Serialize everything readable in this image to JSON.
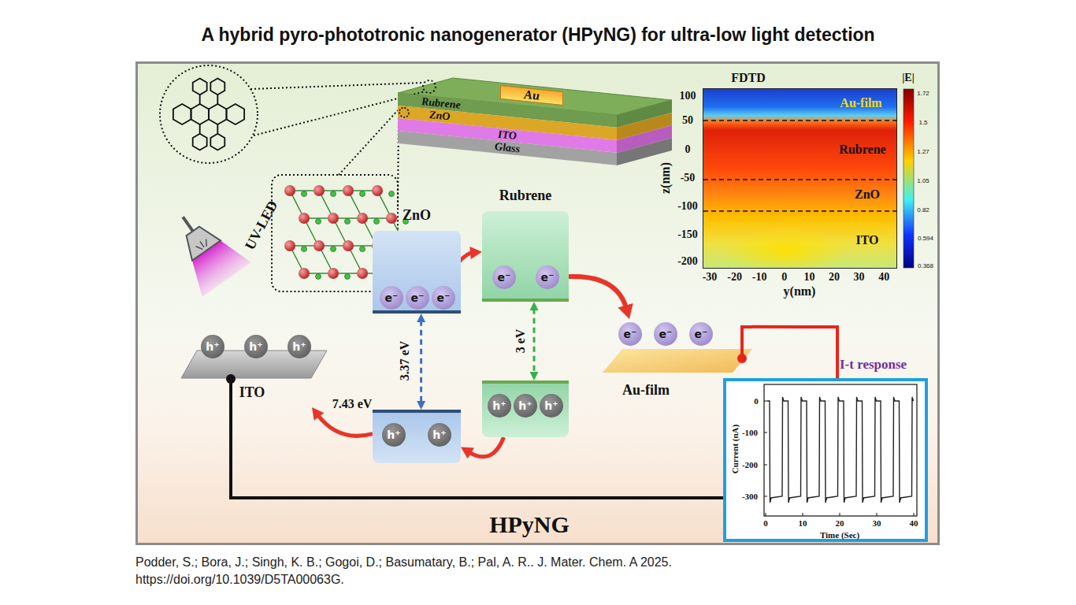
{
  "diagram": {
    "title": "A hybrid pyro-phototronic nanogenerator (HPyNG) for ultra-low light detection",
    "caption": "Podder, S.; Bora, J.; Singh, K. B.; Gogoi, D.; Basumatary, B.; Pal, A. R.. J. Mater. Chem. A 2025. https://doi.org/10.1039/D5TA00063G.",
    "nodes": [
      {
        "text": [
          "Au"
        ]
      },
      {
        "text": [
          "Rubrene"
        ]
      },
      {
        "text": [
          "ZnO"
        ]
      },
      {
        "text": [
          "ITO"
        ]
      },
      {
        "text": [
          "Glass"
        ]
      },
      {
        "text": [
          "Au-film",
          "Rubrene",
          "ZnO",
          "ITO"
        ]
      },
      {
        "text": [
          "ZnO"
        ]
      },
      {
        "text": [
          "e⁻"
        ],
        "in": 6
      },
      {
        "text": [
          "e⁻"
        ],
        "in": 6
      },
      {
        "text": [
          "e⁻"
        ],
        "in": 6
      },
      {
        "text": [
          "Rubrene"
        ]
      },
      {
        "text": [
          "e⁻"
        ],
        "in": 10
      },
      {
        "text": [
          "e⁻"
        ],
        "in": 10
      },
      {
        "text": [
          "ITO"
        ]
      },
      {
        "text": [
          "h⁺"
        ],
        "in": 13
      },
      {
        "text": [
          "h⁺"
        ],
        "in": 13
      },
      {
        "text": [
          "h⁺"
        ],
        "in": 13
      },
      {
        "text": []
      },
      {
        "text": [
          "h⁺"
        ],
        "in": 17
      },
      {
        "text": [
          "h⁺"
        ],
        "in": 17
      },
      {
        "text": []
      },
      {
        "text": [
          "h⁺"
        ],
        "in": 20
      },
      {
        "text": [
          "h⁺"
        ],
        "in": 20
      },
      {
        "text": [
          "h⁺"
        ],
        "in": 20
      },
      {
        "text": [
          "Au-film"
        ]
      },
      {
        "text": [
          "e⁻"
        ],
        "in": 24
      },
      {
        "text": [
          "e⁻"
        ],
        "in": 24
      },
      {
        "text": [
          "e⁻"
        ],
        "in": 24
      },
      {
        "text": [
          "I-t response"
        ]
      }
    ],
    "edges": [
      {
        "from": 9,
        "to": 10,
        "arrow": "to"
      },
      {
        "from": 12,
        "to": 24,
        "arrow": "to"
      },
      {
        "from": 20,
        "to": 17,
        "arrow": "to"
      },
      {
        "from": 17,
        "to": 13,
        "arrow": "to",
        "label": "7.43 eV"
      },
      {
        "from": 6,
        "to": 17,
        "arrow": "both",
        "label": "3.37 eV"
      },
      {
        "from": 10,
        "to": 20,
        "arrow": "both",
        "label": "3 eV"
      },
      {
        "from": 13,
        "to": 28,
        "arrow": "none"
      },
      {
        "from": 24,
        "to": 28,
        "arrow": "none"
      }
    ],
    "labels": [
      "FDTD",
      "|E|",
      "1.72",
      "1.5",
      "1.27",
      "1.05",
      "0.82",
      "0.594",
      "0.368",
      "100",
      "50",
      "0",
      "-50",
      "-100",
      "-150",
      "-200",
      "z(nm)",
      "-30",
      "-20",
      "-10",
      "0",
      "10",
      "20",
      "30",
      "40",
      "y(nm)",
      "UV-LED",
      "HPyNG",
      "0",
      "-100",
      "-200",
      "-300",
      "Current (nA)",
      "0",
      "10",
      "20",
      "30",
      "40",
      "Time (Sec)"
    ]
  }
}
